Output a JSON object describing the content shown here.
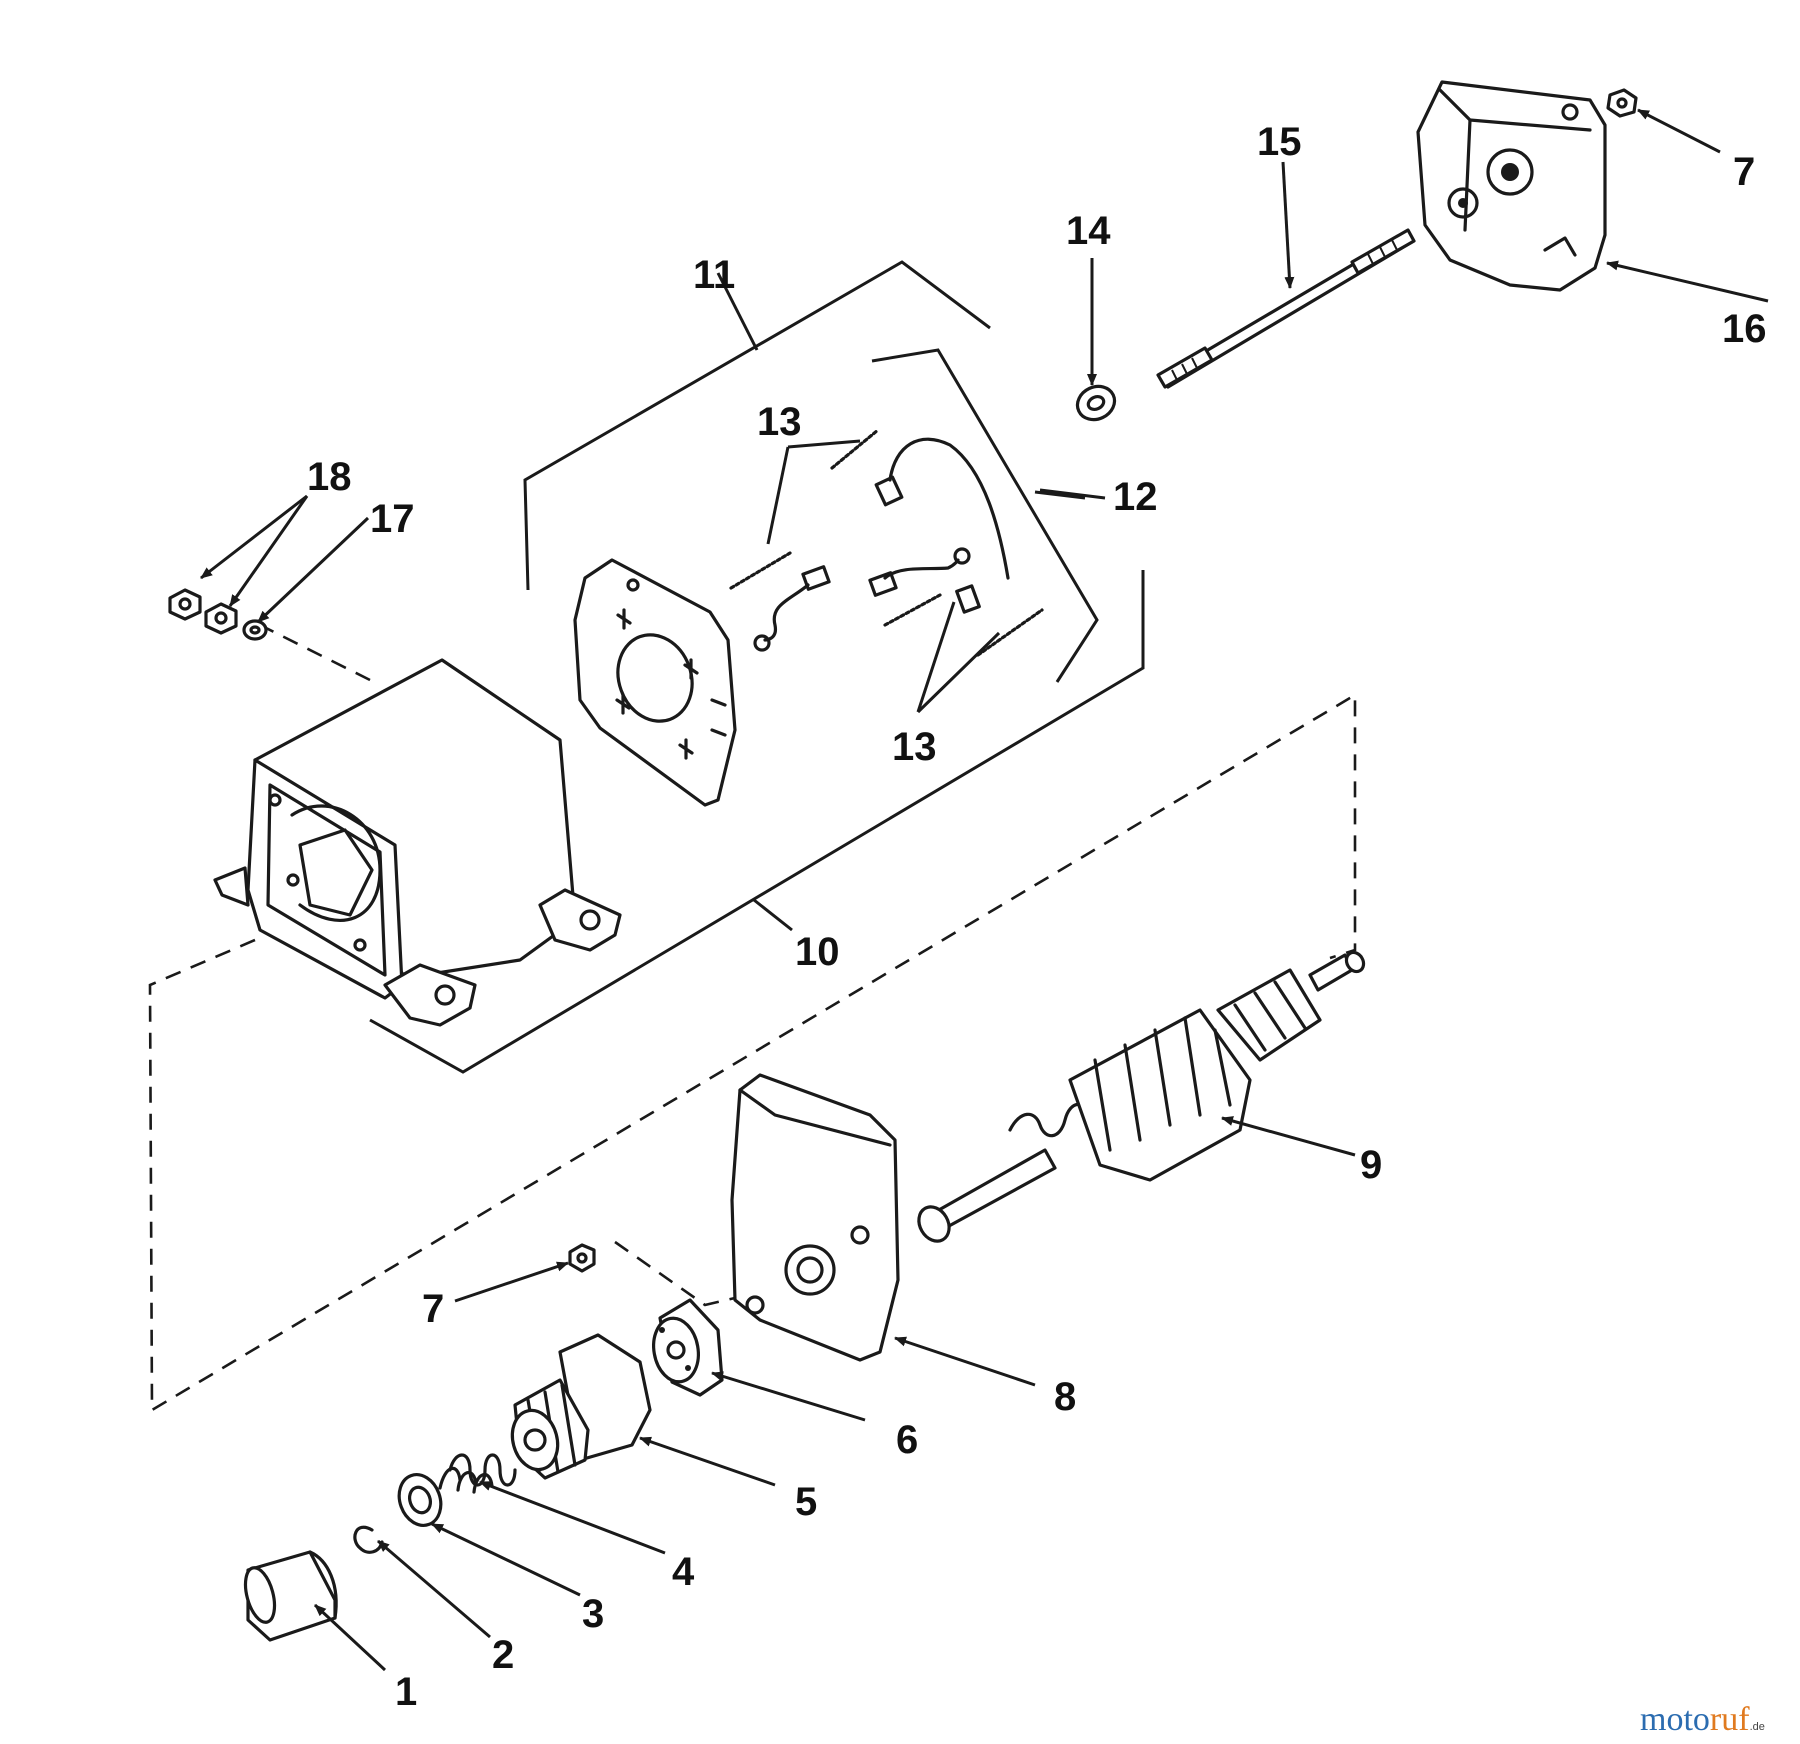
{
  "diagram": {
    "callouts": {
      "c1": "1",
      "c2": "2",
      "c3": "3",
      "c4": "4",
      "c5": "5",
      "c6": "6",
      "c7_lower": "7",
      "c7_upper": "7",
      "c8": "8",
      "c9": "9",
      "c10": "10",
      "c11": "11",
      "c12": "12",
      "c13_upper": "13",
      "c13_lower": "13",
      "c14": "14",
      "c15": "15",
      "c16": "16",
      "c17": "17",
      "c18": "18"
    },
    "watermark": {
      "part1": "moto",
      "part2": "ruf",
      "suffix": ".de"
    }
  }
}
